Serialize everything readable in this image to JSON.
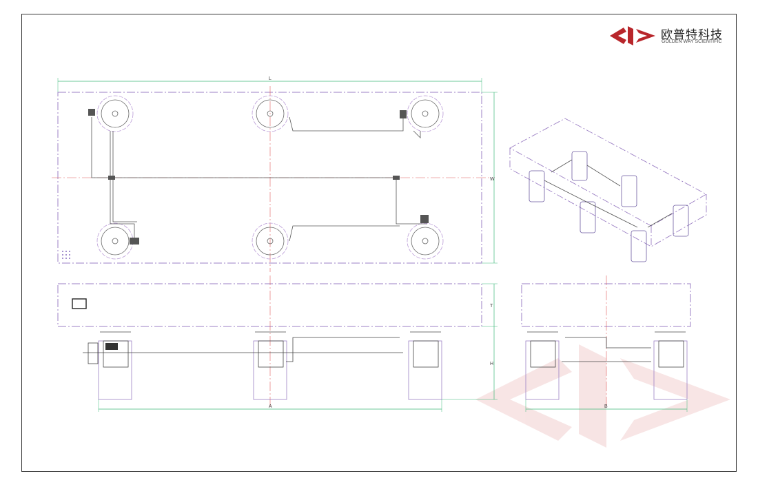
{
  "brand": {
    "name_cn": "欧普特科技",
    "name_en": "GOLDEN WAY SCIENTIFIC",
    "color": "#b8262b"
  },
  "dimensions": {
    "length": "L",
    "width": "W",
    "thickness": "T",
    "height": "H",
    "leg_span_a": "A",
    "leg_span_b": "B"
  },
  "colors": {
    "table_outline": "#9b7fc4",
    "centerline": "#e05a5a",
    "dimension_line": "#3cb878",
    "pipe": "#555555",
    "watermark": "#f3d5d5"
  }
}
